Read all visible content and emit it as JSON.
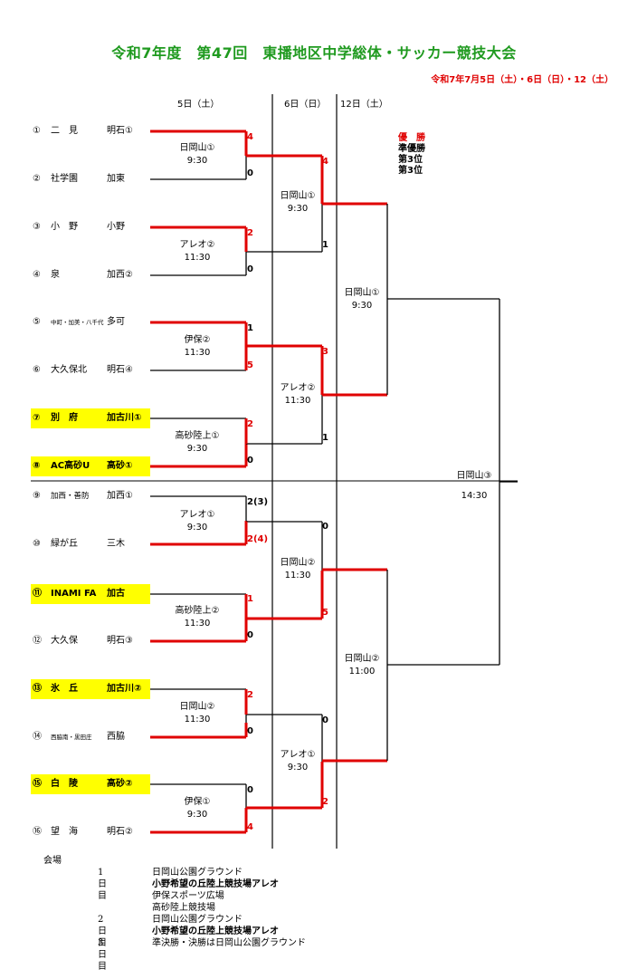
{
  "title": "令和7年度　第47回　東播地区中学総体・サッカー競技大会",
  "dates": "令和7年7月5日（土）・6日（日）・12（土）",
  "day_headers": [
    "5日（土）",
    "6日（日）",
    "12日（土）"
  ],
  "legend": {
    "first": "優　勝",
    "second": "準優勝",
    "third1": "第3位",
    "third2": "第3位"
  },
  "teams": [
    {
      "num": "①",
      "name": "二　見",
      "area": "明石①"
    },
    {
      "num": "②",
      "name": "社学園",
      "area": "加東"
    },
    {
      "num": "③",
      "name": "小　野",
      "area": "小野"
    },
    {
      "num": "④",
      "name": "泉",
      "area": "加西②"
    },
    {
      "num": "⑤",
      "name": "中町・加美・八千代",
      "area": "多可"
    },
    {
      "num": "⑥",
      "name": "大久保北",
      "area": "明石④"
    },
    {
      "num": "⑦",
      "name": "別　府",
      "area": "加古川①"
    },
    {
      "num": "⑧",
      "name": "AC高砂U",
      "area": "高砂①"
    },
    {
      "num": "⑨",
      "name": "加西・善防",
      "area": "加西①"
    },
    {
      "num": "⑩",
      "name": "緑が丘",
      "area": "三木"
    },
    {
      "num": "⑪",
      "name": "INAMI FA",
      "area": "加古"
    },
    {
      "num": "⑫",
      "name": "大久保",
      "area": "明石③"
    },
    {
      "num": "⑬",
      "name": "氷　丘",
      "area": "加古川②"
    },
    {
      "num": "⑭",
      "name": "西脇南・黒田庄",
      "area": "西脇"
    },
    {
      "num": "⑮",
      "name": "白　陵",
      "area": "高砂②"
    },
    {
      "num": "⑯",
      "name": "望　海",
      "area": "明石②"
    }
  ],
  "r1_venues": [
    {
      "venue": "日岡山①",
      "time": "9:30"
    },
    {
      "venue": "アレオ②",
      "time": "11:30"
    },
    {
      "venue": "伊保②",
      "time": "11:30"
    },
    {
      "venue": "高砂陸上①",
      "time": "9:30"
    },
    {
      "venue": "アレオ①",
      "time": "9:30"
    },
    {
      "venue": "高砂陸上②",
      "time": "11:30"
    },
    {
      "venue": "日岡山②",
      "time": "11:30"
    },
    {
      "venue": "伊保①",
      "time": "9:30"
    }
  ],
  "r2_venues": [
    {
      "venue": "日岡山①",
      "time": "9:30"
    },
    {
      "venue": "アレオ②",
      "time": "11:30"
    },
    {
      "venue": "日岡山②",
      "time": "11:30"
    },
    {
      "venue": "アレオ①",
      "time": "9:30"
    }
  ],
  "r3_venues": [
    {
      "venue": "日岡山①",
      "time": "9:30"
    },
    {
      "venue": "日岡山②",
      "time": "11:00"
    }
  ],
  "final_venue": {
    "venue": "日岡山③",
    "time": "14:30"
  },
  "r1_scores": [
    "4",
    "0",
    "2",
    "0",
    "1",
    "5",
    "2",
    "0",
    "2(3)",
    "2(4)",
    "1",
    "0",
    "2",
    "0",
    "0",
    "4"
  ],
  "r2_scores": [
    "4",
    "1",
    "3",
    "1",
    "0",
    "5",
    "0",
    "2"
  ],
  "notes": {
    "header": "会場",
    "day1_label": "1日目",
    "day1": [
      "日岡山公園グラウンド",
      "小野希望の丘陸上競技場アレオ",
      "伊保スポーツ広場",
      "高砂陸上競技場"
    ],
    "day2_label": "2日目",
    "day2": [
      "日岡山公園グラウンド",
      "小野希望の丘陸上競技場アレオ"
    ],
    "day3_label": "3日目",
    "day3": [
      "準決勝・決勝は日岡山公園グラウンド"
    ]
  },
  "colors": {
    "title": "#1f9a1f",
    "red": "#e00000",
    "highlight": "#ffff00"
  }
}
